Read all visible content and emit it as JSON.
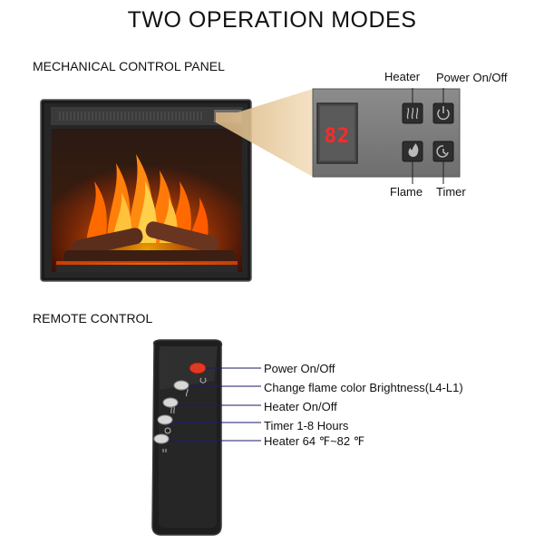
{
  "title": "TWO OPERATION MODES",
  "mechanical": {
    "heading": "MECHANICAL CONTROL PANEL",
    "display": "82",
    "labels": {
      "heater": "Heater",
      "power": "Power On/Off",
      "flame": "Flame",
      "timer": "Timer"
    }
  },
  "remote": {
    "heading": "REMOTE CONTROL",
    "labels": [
      "Power On/Off",
      "Change flame color Brightness(L4-L1)",
      "Heater On/Off",
      "Timer 1-8 Hours",
      "Heater 64 ℉~82 ℉"
    ]
  },
  "colors": {
    "flame": "#ff6a00",
    "display_led": "#ff2a2a",
    "power_button": "#e03a22"
  }
}
